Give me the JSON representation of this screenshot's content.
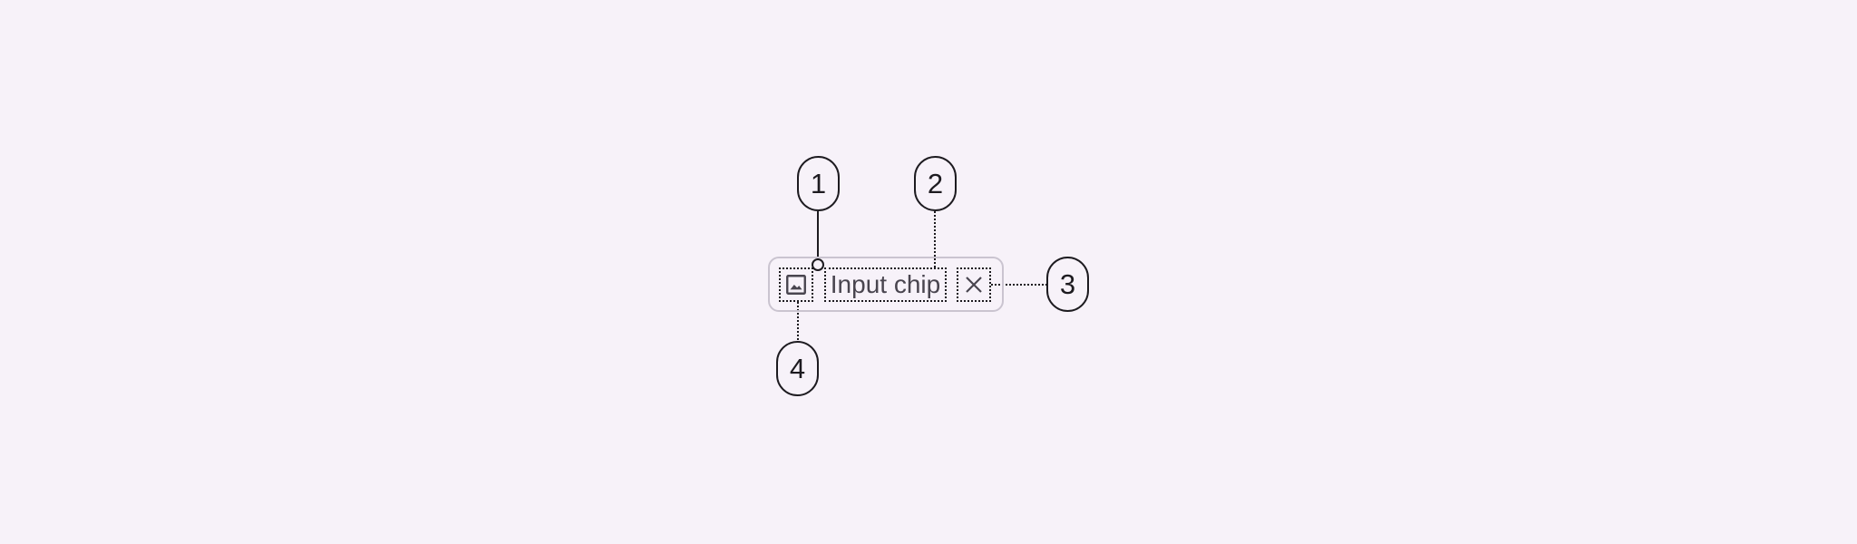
{
  "chip": {
    "label": "Input chip",
    "leading_icon": "image-icon",
    "trailing_icon": "close-icon"
  },
  "callouts": [
    "1",
    "2",
    "3",
    "4"
  ],
  "colors": {
    "background": "#f7f2f9",
    "outline": "#cac4d0",
    "text": "#49454f",
    "annotation": "#1d1b20"
  }
}
